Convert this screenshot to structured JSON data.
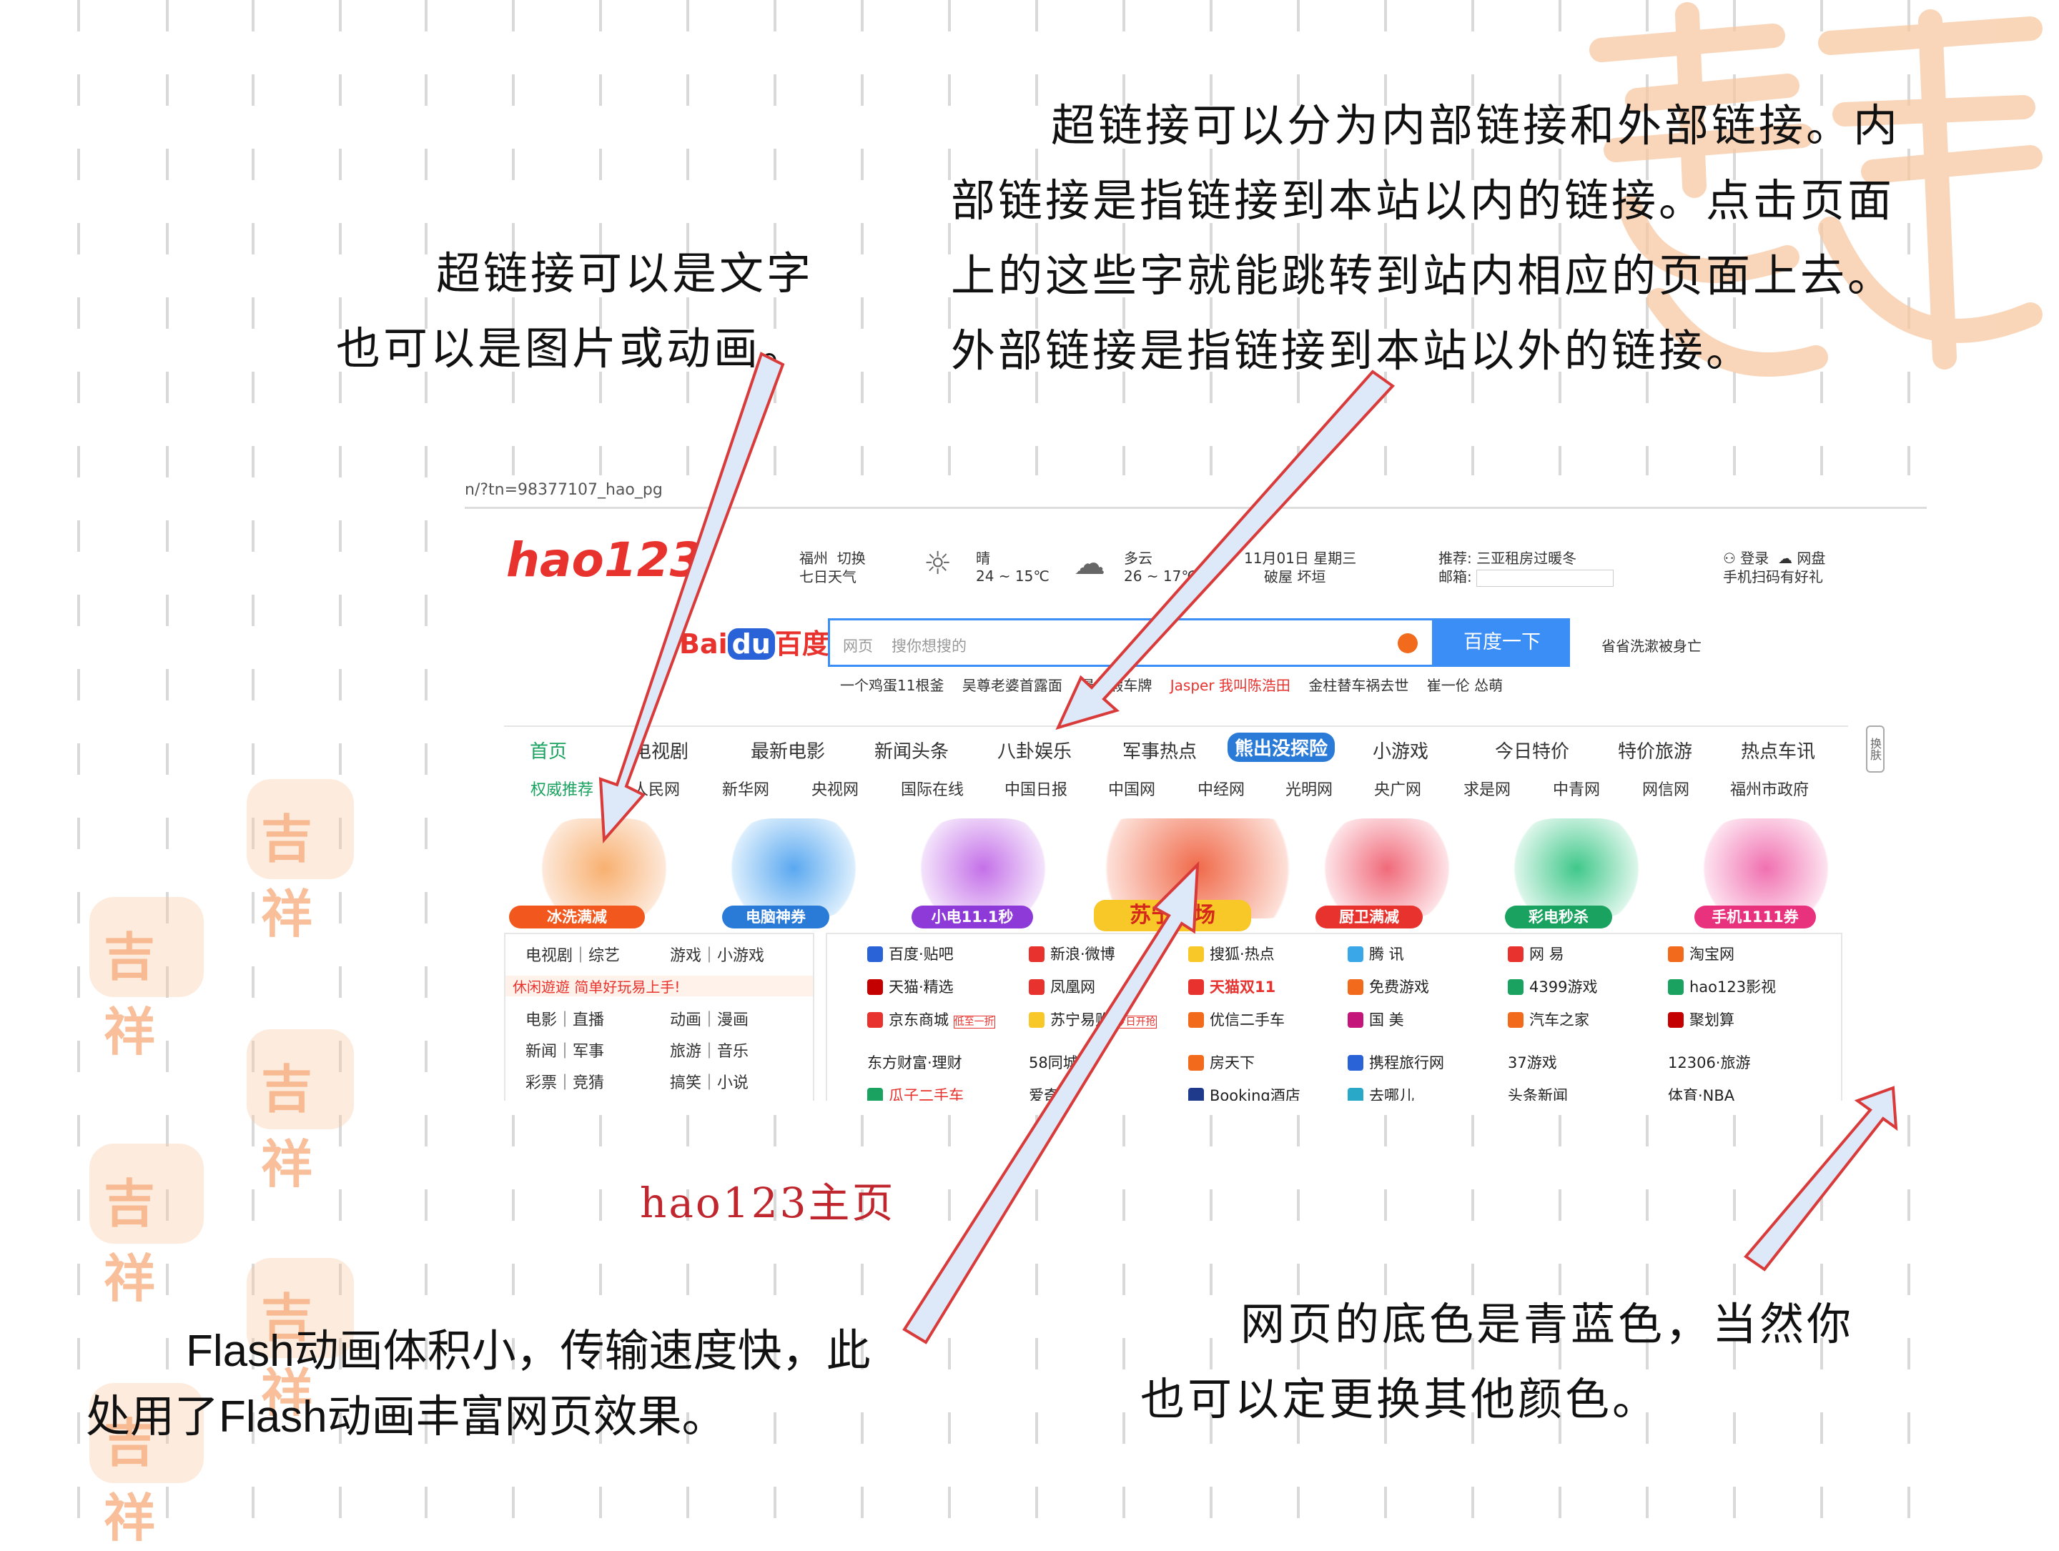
{
  "slide": {
    "text_left_top": [
      "超链接可以是文字",
      "也可以是图片或动画。"
    ],
    "text_right_top": [
      "超链接可以分为内部链接和外部链接。内",
      "部链接是指链接到本站以内的链接。点击页面",
      "上的这些字就能跳转到站内相应的页面上去。",
      "外部链接是指链接到本站以外的链接。"
    ],
    "caption": "hao123主页",
    "text_bottom_left": [
      "Flash动画体积小，传输速度快，此",
      "处用了Flash动画丰富网页效果。"
    ],
    "text_bottom_right": [
      "网页的底色是青蓝色，当然你",
      "也可以定更换其他颜色。"
    ],
    "colors": {
      "arrow_fill": "#dde8f8",
      "arrow_stroke": "#d93a3a",
      "caption": "#c0262d",
      "seal": "#f5b080"
    }
  },
  "screenshot": {
    "url": "n/?tn=98377107_hao_pg",
    "logo": "hao123",
    "weather": {
      "city": "福州",
      "switch": "切换",
      "forecast": "七日天气",
      "today_cond": "晴",
      "today_temp": "24 ~ 15℃",
      "tomorrow_cond": "多云",
      "tomorrow_temp": "26 ~ 17℃"
    },
    "date": "11月01日  星期三",
    "almanac": "破屋  坏垣",
    "recommend_label": "推荐:",
    "recommend_text": "三亚租房过暖冬",
    "mail_label": "邮箱:",
    "login": "登录",
    "netdisk": "网盘",
    "mobile": "手机扫码有好礼",
    "search": {
      "engine": "百度",
      "type": "网页",
      "placeholder": "搜你想搜的",
      "button": "百度一下",
      "side": "省省洗漱被身亡"
    },
    "hot_words": [
      "一个鸡蛋11根釜",
      "吴尊老婆首露面",
      "最美假车牌",
      "Jasper 我叫陈浩田",
      "金柱替车祸去世",
      "崔一伦 怂萌"
    ],
    "nav_tabs": [
      "首页",
      "电视剧",
      "最新电影",
      "新闻头条",
      "八卦娱乐",
      "军事热点",
      "熊出没探险",
      "小游戏",
      "今日特价",
      "特价旅游",
      "热点车讯"
    ],
    "nav_links": [
      "权威推荐",
      "人民网",
      "新华网",
      "央视网",
      "国际在线",
      "中国日报",
      "中国网",
      "中经网",
      "光明网",
      "央广网",
      "求是网",
      "中青网",
      "网信网",
      "福州市政府"
    ],
    "promos": [
      "冰洗满减",
      "电脑神券",
      "小电11.1秒",
      "苏宁主场",
      "厨卫满减",
      "彩电秒杀",
      "手机1111券"
    ],
    "left_panel": [
      "电视剧｜综艺",
      "游戏｜小游戏",
      "休闲遊遊 简单好玩易上手!",
      "电影｜直播",
      "动画｜漫画",
      "新闻｜军事",
      "旅游｜音乐",
      "彩票｜竞猜",
      "搞笑｜小说"
    ],
    "sites_row1": [
      "百度·贴吧",
      "新浪·微博",
      "搜狐·热点",
      "腾  讯",
      "网  易",
      "淘宝网"
    ],
    "sites_row2": [
      "天猫·精选",
      "凤凰网",
      "天猫双11",
      "免费游戏",
      "4399游戏",
      "hao123影视"
    ],
    "sites_row3": [
      "京东商城",
      "苏宁易购",
      "优信二手车",
      "国  美",
      "汽车之家",
      "聚划算"
    ],
    "sites_row4": [
      "东方财富·理财",
      "58同城",
      "房天下",
      "携程旅行网",
      "37游戏",
      "12306·旅游"
    ],
    "sites_row5": [
      "瓜子二手车",
      "爱奇艺",
      "Booking酒店",
      "去哪儿",
      "头条新闻",
      "体育·NBA"
    ],
    "jd_badge": "低至一折",
    "suning_badge": "今日开抢",
    "tab_switch": "换肤"
  }
}
